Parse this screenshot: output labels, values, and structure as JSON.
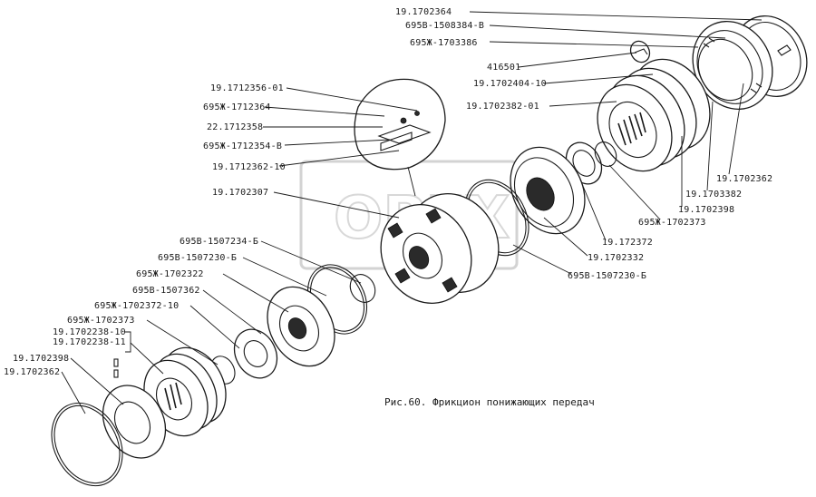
{
  "caption": "Рис.60. Фрикцион понижающих передач",
  "watermark_text": "OPEX",
  "labels": [
    {
      "text": "19.1702364"
    },
    {
      "text": "695В-1508384-В"
    },
    {
      "text": "695Ж-1703386"
    },
    {
      "text": "416501"
    },
    {
      "text": "19.1702404-10"
    },
    {
      "text": "19.1702382-01"
    },
    {
      "text": "19.1712356-01"
    },
    {
      "text": "695Ж-1712364"
    },
    {
      "text": "22.1712358"
    },
    {
      "text": "695Ж-1712354-В"
    },
    {
      "text": "19.1712362-10"
    },
    {
      "text": "19.1702307"
    },
    {
      "text": "695В-1507234-Б"
    },
    {
      "text": "695В-1507230-Б"
    },
    {
      "text": "695Ж-1702322"
    },
    {
      "text": "695В-1507362"
    },
    {
      "text": "695Ж-1702372-10"
    },
    {
      "text": "695Ж-1702373"
    },
    {
      "text": "19.1702238-10"
    },
    {
      "text": "19.1702238-11"
    },
    {
      "text": "19.1702398"
    },
    {
      "text": "19.1702362"
    },
    {
      "text": "19.1702362"
    },
    {
      "text": "19.1703382"
    },
    {
      "text": "19.1702398"
    },
    {
      "text": "695Ж-1702373"
    },
    {
      "text": "19.172372"
    },
    {
      "text": "19.1702332"
    },
    {
      "text": "695В-1507230-Б"
    }
  ]
}
